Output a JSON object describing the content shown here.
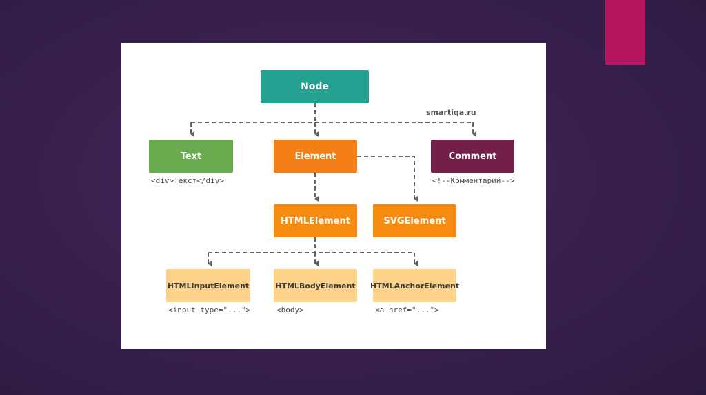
{
  "diagram": {
    "nodes": {
      "node": "Node",
      "text": "Text",
      "element": "Element",
      "comment": "Comment",
      "htmlelement": "HTMLElement",
      "svgelement": "SVGElement",
      "htmlinputelement": "HTMLInputElement",
      "htmlbodyelement": "HTMLBodyElement",
      "htmlanchorelement": "HTMLAnchorElement"
    },
    "examples": {
      "text": "<div>Текст</div>",
      "comment": "<!--Комментарий-->",
      "htmlinputelement": "<input type=\"...\">",
      "htmlbodyelement": "<body>",
      "htmlanchorelement": "<a href=\"...\">"
    },
    "watermark": "smartiqa.ru"
  },
  "colors": {
    "background": "#3a2150",
    "accent": "#b5175f",
    "node": "#26a091",
    "text": "#6aab4f",
    "element": "#f47f16",
    "comment": "#731f47",
    "leaf": "#fdd28a"
  }
}
